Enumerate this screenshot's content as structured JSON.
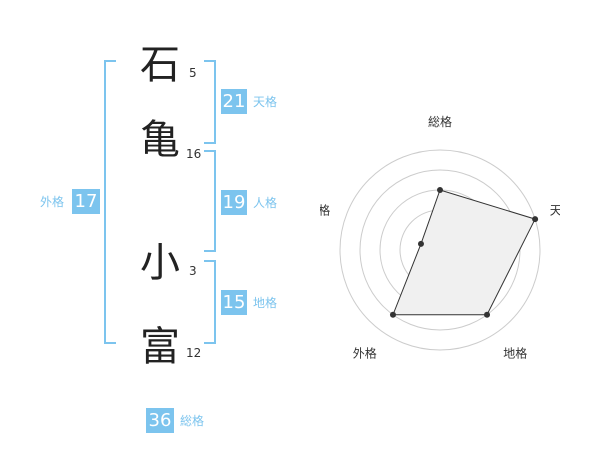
{
  "name": {
    "chars": [
      {
        "char": "石",
        "strokes": "5"
      },
      {
        "char": "亀",
        "strokes": "16"
      },
      {
        "char": "小",
        "strokes": "3"
      },
      {
        "char": "富",
        "strokes": "12"
      }
    ]
  },
  "kaku": {
    "tenkaku": {
      "value": "21",
      "label": "天格"
    },
    "jinkaku": {
      "value": "19",
      "label": "人格"
    },
    "chikaku": {
      "value": "15",
      "label": "地格"
    },
    "gaikaku": {
      "value": "17",
      "label": "外格"
    },
    "soukaku": {
      "value": "36",
      "label": "総格"
    }
  },
  "colors": {
    "accent": "#7cc4ee",
    "radar_fill": "#f0f0f0",
    "ring": "#cccccc",
    "point": "#333333"
  },
  "chart_data": {
    "type": "radar",
    "axes": [
      "総格",
      "天格",
      "地格",
      "外格",
      "人格"
    ],
    "levels": 5,
    "values": [
      3,
      5,
      4,
      4,
      1
    ]
  }
}
